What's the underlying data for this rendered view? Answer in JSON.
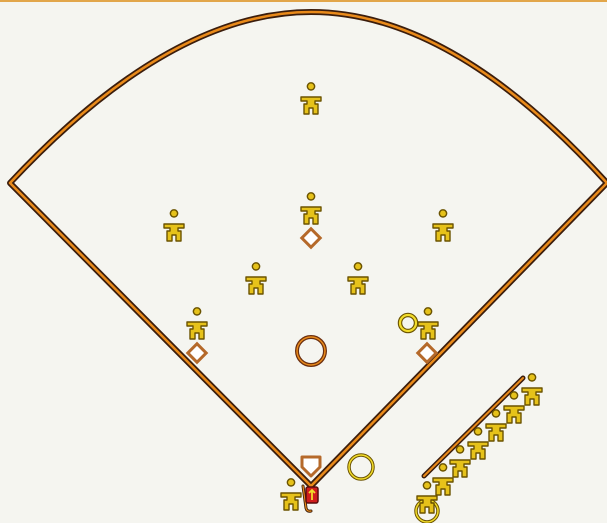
{
  "colors": {
    "background": "#f5f5f0",
    "top_rule": "#e2a64a",
    "field_line_outer": "#3b1d0c",
    "field_line_inner": "#e98a1a",
    "base_fill": "#ffffff",
    "base_stroke": "#b5692a",
    "player_fill": "#e6c21a",
    "player_stroke": "#6b5300",
    "circle_stroke": "#6b2f10",
    "circle_inner": "#e98a1a",
    "circle_ring": "#d4b800",
    "batter_fill": "#d01c1c"
  },
  "icons": {
    "fielder": "fielder-figure-icon",
    "runner": "runner-figure-icon",
    "batter": "batter-figure-icon",
    "dugout_player": "dugout-player-icon",
    "base": "base-diamond-icon",
    "home_plate": "home-plate-icon",
    "pitchers_mound": "pitchers-mound-icon",
    "on_deck_circle": "on-deck-circle-icon",
    "ball_marker": "ball-marker-icon",
    "bat": "bat-icon"
  },
  "positions": [
    "center-fielder",
    "second-baseman",
    "left-fielder",
    "right-fielder",
    "shortstop",
    "third-baseman-inner",
    "third-baseman",
    "first-baseman"
  ],
  "dugout_count": 7
}
